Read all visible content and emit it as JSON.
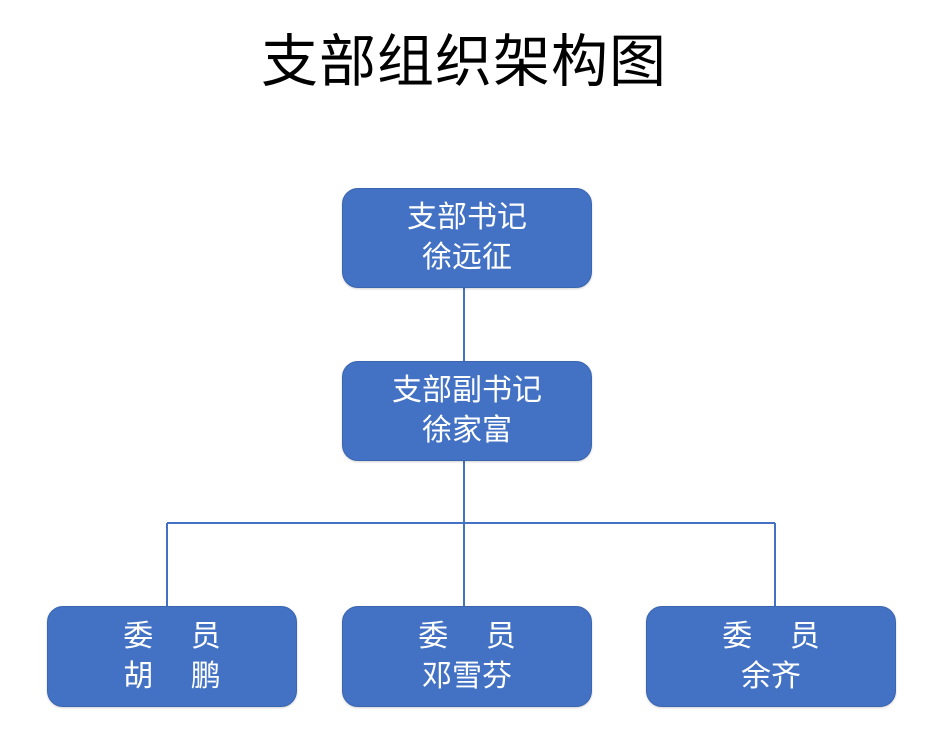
{
  "title": "支部组织架构图",
  "colors": {
    "node_fill": "#4372C4",
    "node_border": "#3A66B0",
    "node_text": "#FFFFFF",
    "connector": "#4372C4",
    "title_text": "#000000",
    "background": "#FFFFFF"
  },
  "nodes": [
    {
      "id": "secretary",
      "role": "支部书记",
      "name": "徐远征",
      "spaced": false
    },
    {
      "id": "deputy",
      "role": "支部副书记",
      "name": "徐家富",
      "spaced": false
    },
    {
      "id": "member_1",
      "role": "委 员",
      "name": "胡 鹏",
      "spaced": true
    },
    {
      "id": "member_2",
      "role": "委 员",
      "name": "邓雪芬",
      "spaced": false
    },
    {
      "id": "member_3",
      "role": "委 员",
      "name": "余齐",
      "spaced": false
    }
  ],
  "connectors": {
    "trunk_top": "secretary-to-deputy",
    "trunk_bottom": "deputy-to-bus",
    "bus": "horizontal-distribution-bar",
    "drops": [
      "to-member-1",
      "to-member-2",
      "to-member-3"
    ]
  }
}
